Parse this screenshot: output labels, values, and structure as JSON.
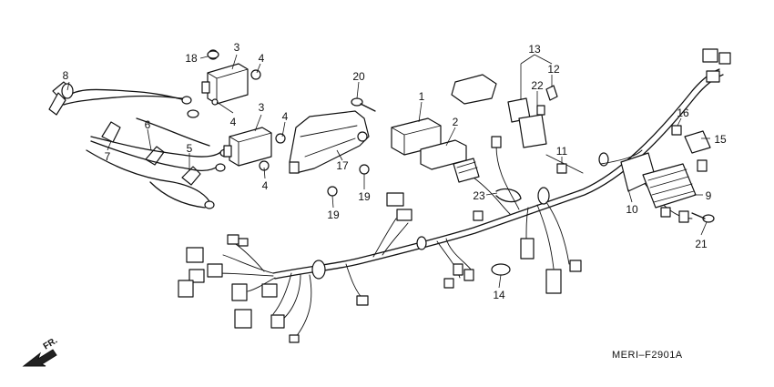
{
  "diagram": {
    "drawing_code": "MERI–F2901A",
    "direction_label": "FR.",
    "callouts": [
      {
        "id": "c1",
        "text": "1"
      },
      {
        "id": "c2",
        "text": "2"
      },
      {
        "id": "c3a",
        "text": "3"
      },
      {
        "id": "c3b",
        "text": "3"
      },
      {
        "id": "c4a",
        "text": "4"
      },
      {
        "id": "c4b",
        "text": "4"
      },
      {
        "id": "c4c",
        "text": "4"
      },
      {
        "id": "c4d",
        "text": "4"
      },
      {
        "id": "c5",
        "text": "5"
      },
      {
        "id": "c6",
        "text": "6"
      },
      {
        "id": "c7",
        "text": "7"
      },
      {
        "id": "c8",
        "text": "8"
      },
      {
        "id": "c9",
        "text": "9"
      },
      {
        "id": "c10",
        "text": "10"
      },
      {
        "id": "c11",
        "text": "11"
      },
      {
        "id": "c12",
        "text": "12"
      },
      {
        "id": "c13",
        "text": "13"
      },
      {
        "id": "c14",
        "text": "14"
      },
      {
        "id": "c15",
        "text": "15"
      },
      {
        "id": "c16",
        "text": "16"
      },
      {
        "id": "c17",
        "text": "17"
      },
      {
        "id": "c18",
        "text": "18"
      },
      {
        "id": "c19a",
        "text": "19"
      },
      {
        "id": "c19b",
        "text": "19"
      },
      {
        "id": "c20",
        "text": "20"
      },
      {
        "id": "c21",
        "text": "21"
      },
      {
        "id": "c22",
        "text": "22"
      },
      {
        "id": "c23",
        "text": "23"
      }
    ]
  }
}
